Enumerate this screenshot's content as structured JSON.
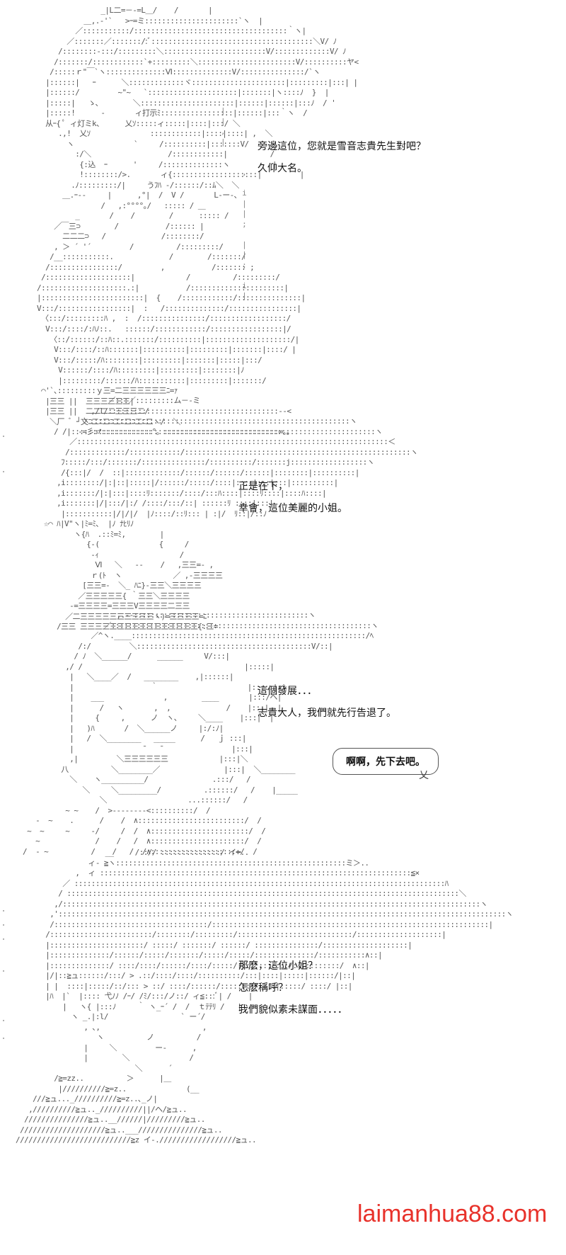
{
  "panels": [
    {
      "lines": [
        "旁邊這位，您就是雪音志貴先生對吧？",
        "久仰大名。"
      ]
    },
    {
      "lines": [
        "正是在下，",
        "幸會，這位美麗的小姐。"
      ]
    },
    {
      "lines": [
        "這個發展．．．",
        "志貴大人，我們就先行告退了。"
      ],
      "bubble": "啊啊，先下去吧。"
    },
    {
      "lines": [
        "那麽，這位小姐？",
        "怎麽稱呼？",
        "我們貌似素未謀面．．．．．"
      ]
    }
  ],
  "watermark": "laimanhua88.com"
}
